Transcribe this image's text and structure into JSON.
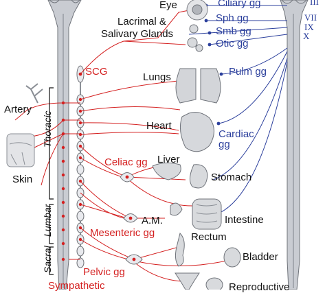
{
  "colors": {
    "sympathetic": "#d42020",
    "parasympathetic": "#2b3f9c",
    "text": "#111111",
    "cord": "#b9bcc2"
  },
  "organs": {
    "eye": "Eye",
    "glands": [
      "Lacrimal &",
      "Salivary Glands"
    ],
    "lungs": "Lungs",
    "heart": "Heart",
    "liver": "Liver",
    "stomach": "Stomach",
    "am": "A.M.",
    "intestine": "Intestine",
    "rectum": "Rectum",
    "bladder": "Bladder",
    "reproductive": "Reproductive",
    "artery": "Artery",
    "skin": "Skin"
  },
  "parasympathetic_ganglia": {
    "ciliary": "Ciliary gg",
    "sph": "Sph gg",
    "smb": "Smb gg",
    "otic": "Otic gg",
    "pulm": "Pulm gg",
    "cardiac": [
      "Cardiac",
      "gg"
    ]
  },
  "sympathetic_ganglia": {
    "scg": "SCG",
    "celiac": "Celiac gg",
    "mesenteric": "Mesenteric gg",
    "pelvic": "Pelvic gg",
    "title": "Sympathetic"
  },
  "spinal_regions": {
    "thoracic": "Thoracic",
    "lumbar": "Lumbar",
    "sacral": "Sacral"
  },
  "cranial_nerves": [
    "III",
    "VII",
    "IX",
    "X"
  ],
  "icons": [
    "spinal-cord",
    "sympathetic-chain",
    "brainstem",
    "eye",
    "gland",
    "lung",
    "heart",
    "liver",
    "stomach",
    "adrenal",
    "intestine",
    "rectum",
    "bladder",
    "reproductive",
    "artery",
    "skin"
  ]
}
